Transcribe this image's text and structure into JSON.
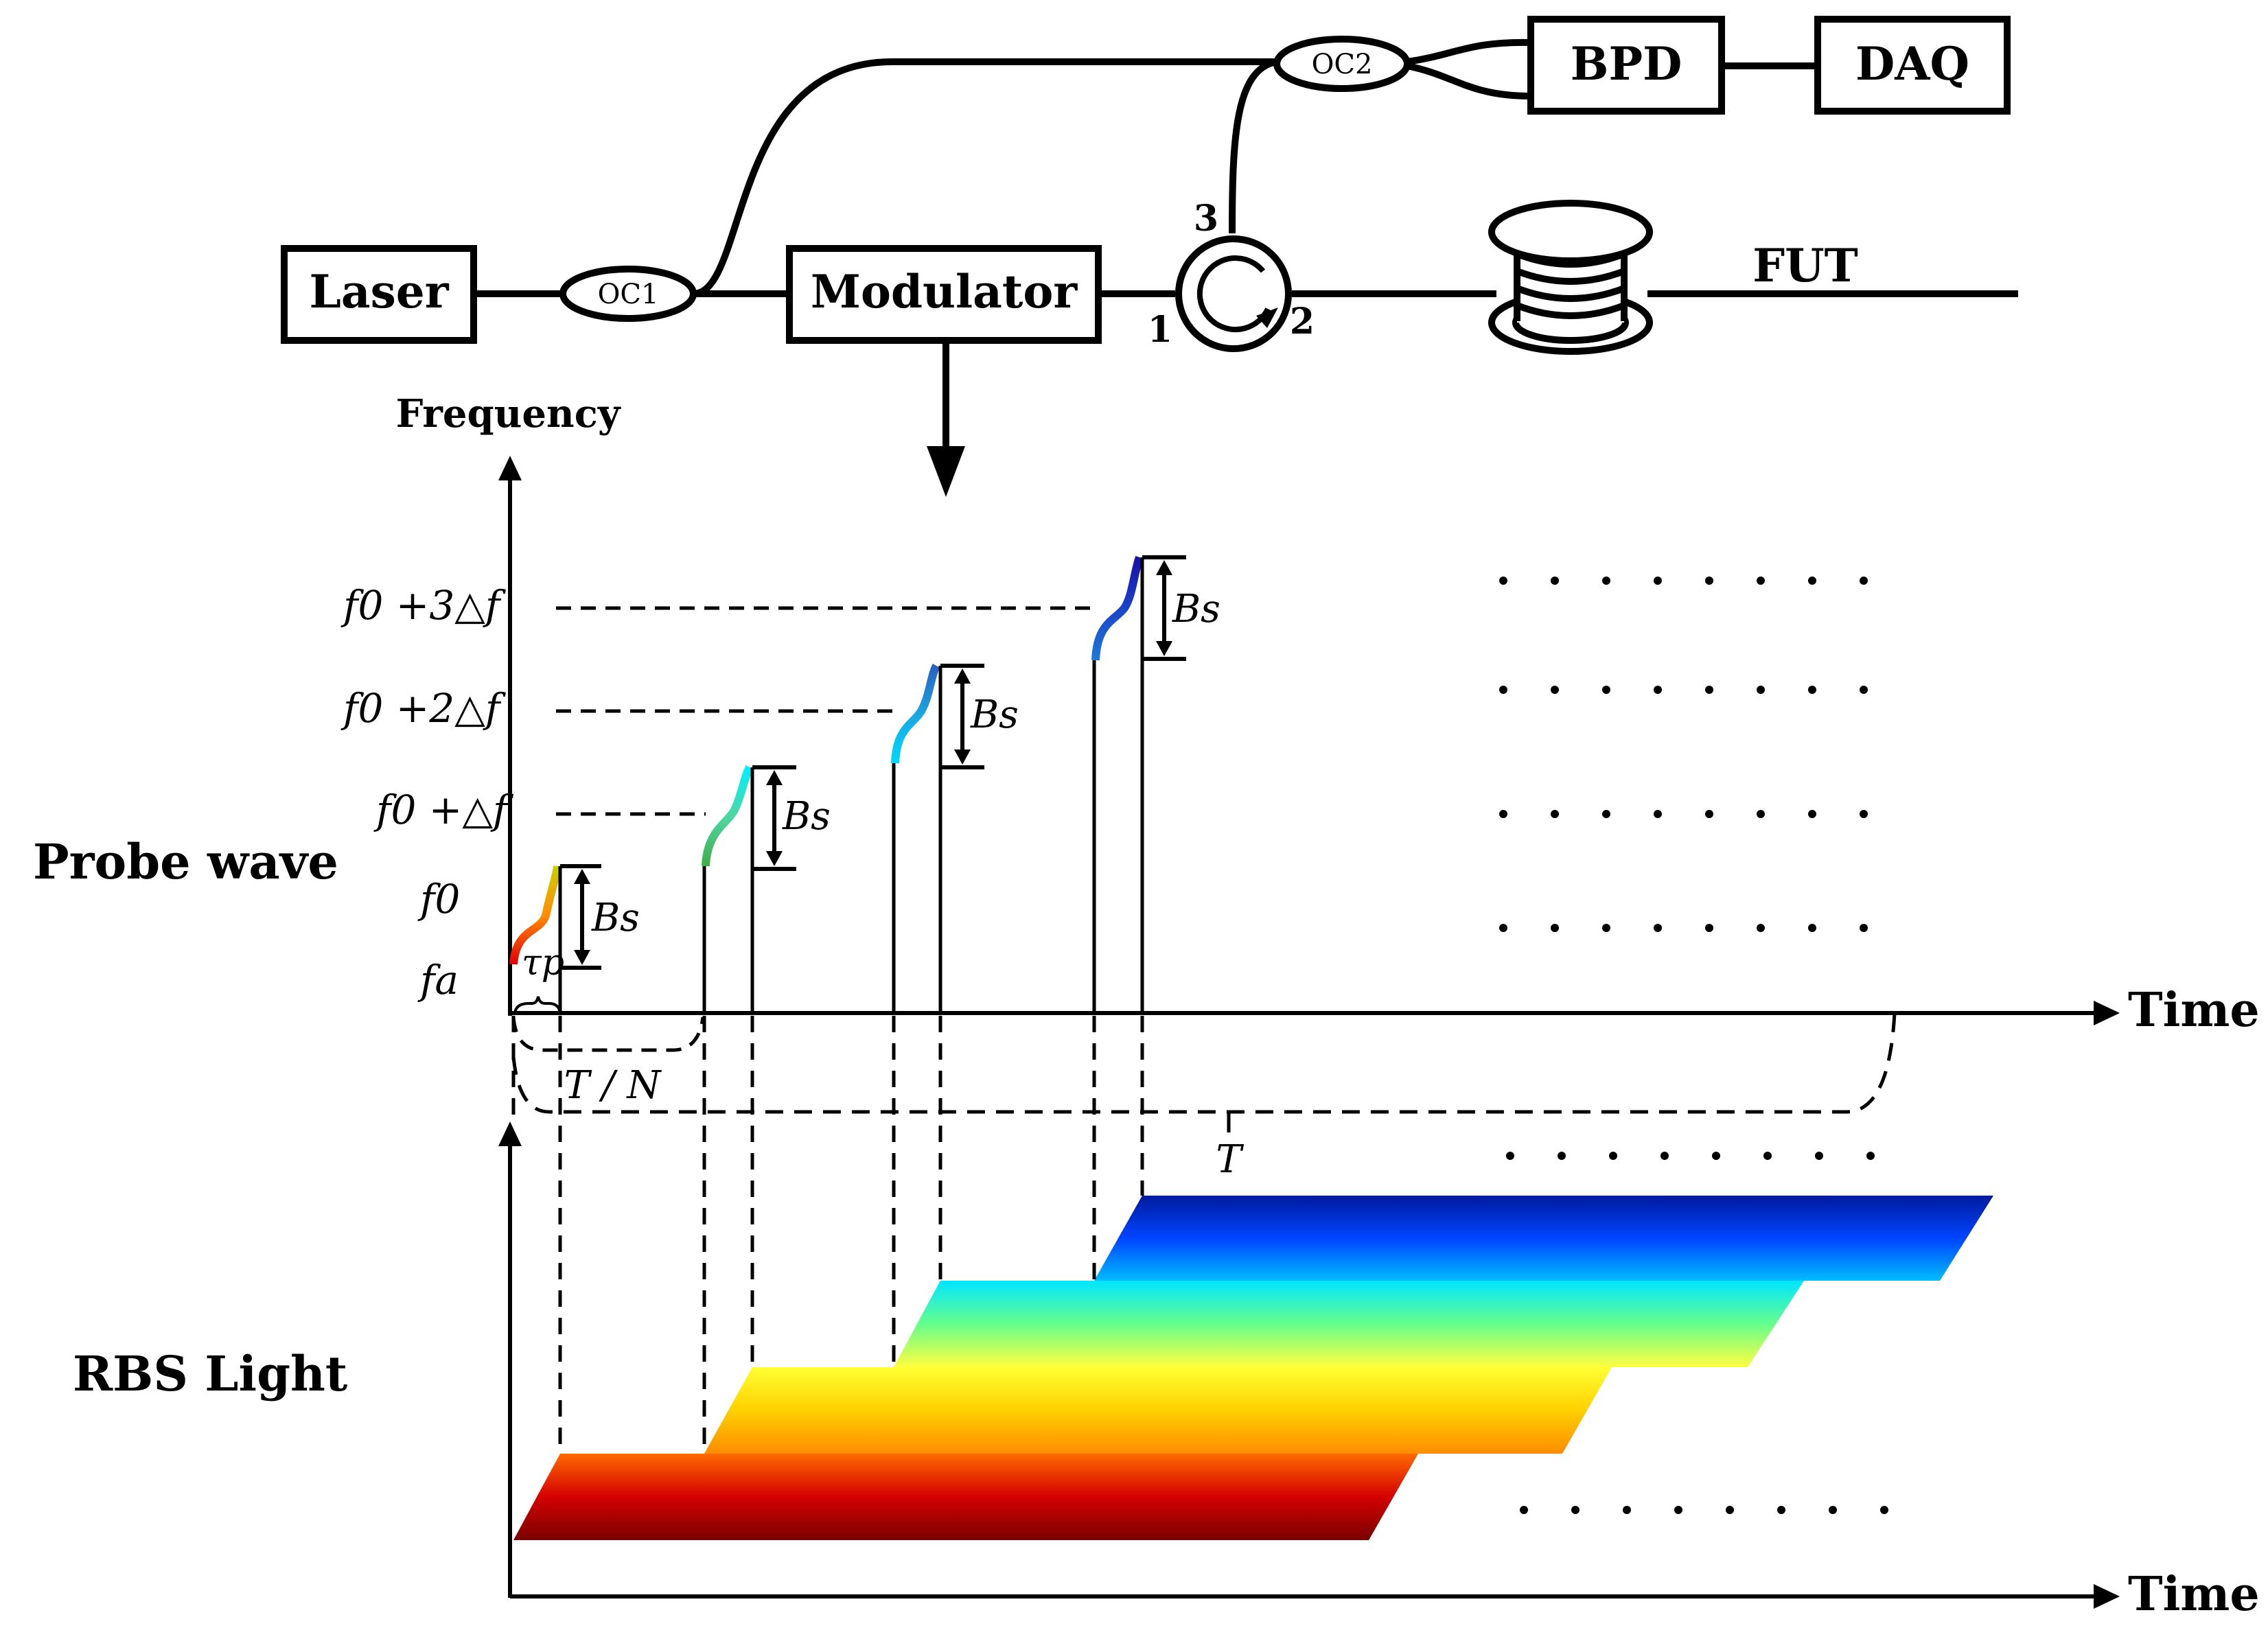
{
  "setup": {
    "laser": "Laser",
    "oc1": "OC1",
    "modulator": "Modulator",
    "oc2": "OC2",
    "bpd": "BPD",
    "daq": "DAQ",
    "fut": "FUT",
    "port1": "1",
    "port2": "2",
    "port3": "3"
  },
  "probe": {
    "section_label": "Probe wave",
    "y_axis_label": "Frequency",
    "x_axis_label": "Time",
    "freq_labels": [
      "f0 +3△f",
      "f0 +2△f",
      "f0 +△f",
      "f0",
      "fa"
    ],
    "bandwidth_label": "Bs",
    "pulse_width_label": "τp",
    "sub_period_label": "T / N",
    "period_label": "T"
  },
  "rbs": {
    "section_label": "RBS Light",
    "x_axis_label": "Time"
  },
  "colors": {
    "line": "#000000",
    "rbs_band_1": [
      "#7a0000",
      "#d40000",
      "#ff6a00"
    ],
    "rbs_band_2": [
      "#ff8c00",
      "#ffd000",
      "#ffff33"
    ],
    "rbs_band_3": [
      "#ffff40",
      "#66ff8c",
      "#00e5ff"
    ],
    "rbs_band_4": [
      "#00bcff",
      "#0044ff",
      "#001a9e"
    ]
  }
}
